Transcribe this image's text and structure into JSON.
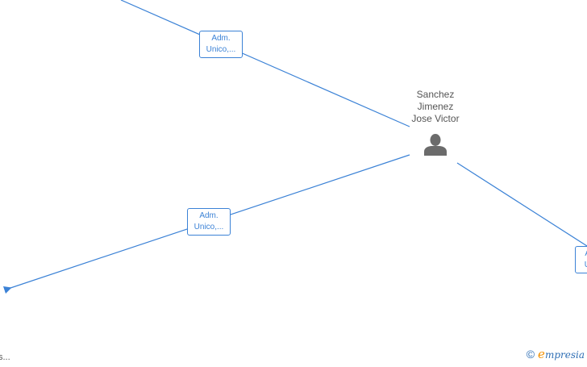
{
  "person": {
    "name_line1": "Sanchez",
    "name_line2": "Jimenez",
    "name_line3": "Jose Victor",
    "icon": "person-icon"
  },
  "relations": [
    {
      "line1": "Adm.",
      "line2": "Unico,..."
    },
    {
      "line1": "Adm.",
      "line2": "Unico,..."
    },
    {
      "line1": "A",
      "line2": "U"
    }
  ],
  "footer": {
    "left_text": "s...",
    "brand_symbol": "©",
    "brand_e": "e",
    "brand_rest": "mpresia"
  },
  "colors": {
    "link": "#3b82d6",
    "node_text": "#555555",
    "brand_blue": "#2f6fb5",
    "brand_orange": "#f29100"
  }
}
